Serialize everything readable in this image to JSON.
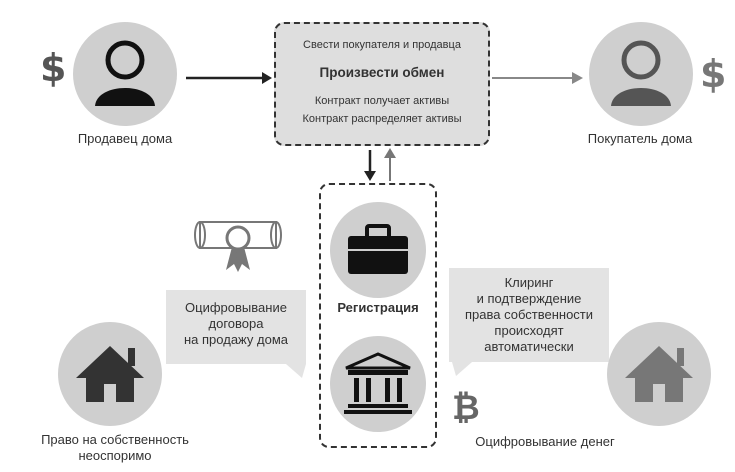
{
  "seller": {
    "label": "Продавец дома",
    "currency_symbol": "$"
  },
  "buyer": {
    "label": "Покупатель дома",
    "currency_symbol": "$"
  },
  "exchange": {
    "line1": "Свести покупателя и продавца",
    "line2": "Произвести обмен",
    "line3": "Контракт получает активы",
    "line4": "Контракт распределяет активы"
  },
  "registration": {
    "label": "Регистрация"
  },
  "left_callout": {
    "lines": [
      "Оцифровывание",
      "договора",
      "на продажу дома"
    ]
  },
  "right_callout": {
    "lines": [
      "Клиринг",
      "и подтверждение",
      "права собственности",
      "происходят",
      "автоматически"
    ]
  },
  "left_house": {
    "label_lines": [
      "Право на собственность",
      "неоспоримо"
    ]
  },
  "right_house": {
    "label": "Оцифровывание денег",
    "currency_symbol": "₿"
  },
  "icons": {
    "seller": "person-icon",
    "buyer": "person-icon",
    "diploma": "certificate-icon",
    "registration": "briefcase-icon",
    "bank": "bank-icon",
    "house": "house-icon",
    "bitcoin": "bitcoin-icon"
  },
  "colors": {
    "circle": "#cfcfcf",
    "dark": "#333333",
    "box_fill": "#dedede"
  }
}
